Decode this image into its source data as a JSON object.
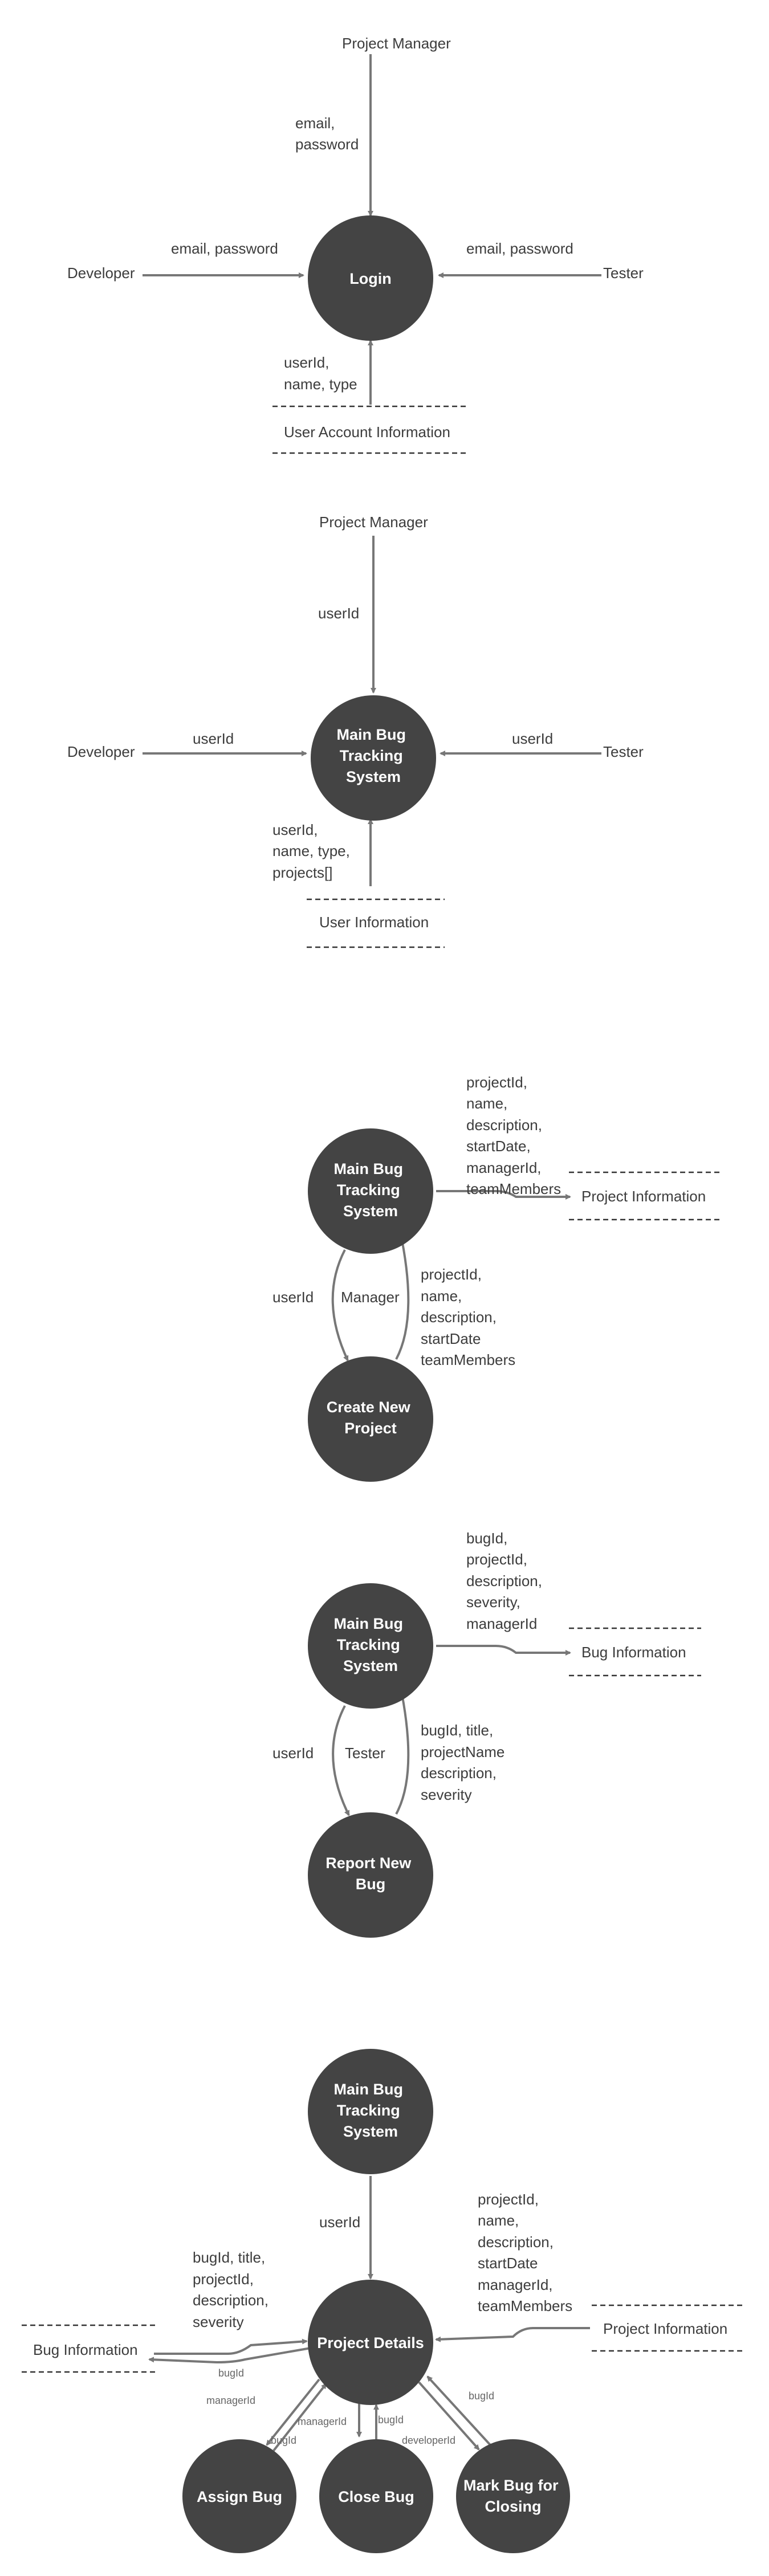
{
  "colors": {
    "node": "#444444",
    "edge": "#777777",
    "text": "#3d3d3d",
    "store": "#333333"
  },
  "diagrams": [
    {
      "nodes": [
        {
          "id": "login",
          "label": [
            "Login"
          ]
        }
      ],
      "entities": {
        "top": "Project Manager",
        "left": "Developer",
        "right": "Tester"
      },
      "flows": {
        "top": [
          "email,",
          "password"
        ],
        "left": [
          "email, password"
        ],
        "right": [
          "email, password"
        ],
        "bottom": [
          "userId,",
          "name, type"
        ]
      },
      "store": "User Account Information"
    },
    {
      "nodes": [
        {
          "id": "main",
          "label": [
            "Main Bug",
            "Tracking",
            "System"
          ]
        }
      ],
      "entities": {
        "top": "Project Manager",
        "left": "Developer",
        "right": "Tester"
      },
      "flows": {
        "top": [
          "userId"
        ],
        "left": [
          "userId"
        ],
        "right": [
          "userId"
        ],
        "bottom": [
          "userId,",
          "name, type,",
          "projects[]"
        ]
      },
      "store": "User Information"
    },
    {
      "nodes": [
        {
          "id": "main",
          "label": [
            "Main Bug",
            "Tracking",
            "System"
          ]
        },
        {
          "id": "create",
          "label": [
            "Create New",
            "Project"
          ]
        }
      ],
      "flows": {
        "to_store": [
          "projectId,",
          "name,",
          "description,",
          "startDate,",
          "managerId,",
          "teamMembers"
        ],
        "down": [
          "userId"
        ],
        "mid": [
          "Manager"
        ],
        "up": [
          "projectId,",
          "name,",
          "description,",
          "startDate",
          "teamMembers"
        ]
      },
      "store": "Project Information"
    },
    {
      "nodes": [
        {
          "id": "main",
          "label": [
            "Main Bug",
            "Tracking",
            "System"
          ]
        },
        {
          "id": "report",
          "label": [
            "Report New",
            "Bug"
          ]
        }
      ],
      "flows": {
        "to_store": [
          "bugId,",
          "projectId,",
          "description,",
          "severity,",
          "managerId"
        ],
        "down": [
          "userId"
        ],
        "mid": [
          "Tester"
        ],
        "up": [
          "bugId, title,",
          "projectName",
          "description,",
          "severity"
        ]
      },
      "store": "Bug Information"
    },
    {
      "nodes": [
        {
          "id": "main",
          "label": [
            "Main Bug",
            "Tracking",
            "System"
          ]
        },
        {
          "id": "details",
          "label": [
            "Project Details"
          ]
        },
        {
          "id": "assign",
          "label": [
            "Assign Bug"
          ]
        },
        {
          "id": "close",
          "label": [
            "Close Bug"
          ]
        },
        {
          "id": "mark",
          "label": [
            "Mark Bug for",
            "Closing"
          ]
        }
      ],
      "flows": {
        "main_to_details": [
          "userId"
        ],
        "bug_store": [
          "bugId, title,",
          "projectId,",
          "description,",
          "severity"
        ],
        "project_store": [
          "projectId,",
          "name,",
          "description,",
          "startDate",
          "managerId,",
          "teamMembers"
        ],
        "small": {
          "bugid_left": "bugId",
          "managerid_assign": "managerId",
          "bugid_assign": "bugId",
          "managerid_close": "managerId",
          "bugid_close": "bugId",
          "developerid_mark": "developerId",
          "bugid_mark": "bugId"
        }
      },
      "stores": {
        "left": "Bug Information",
        "right": "Project Information"
      }
    }
  ]
}
